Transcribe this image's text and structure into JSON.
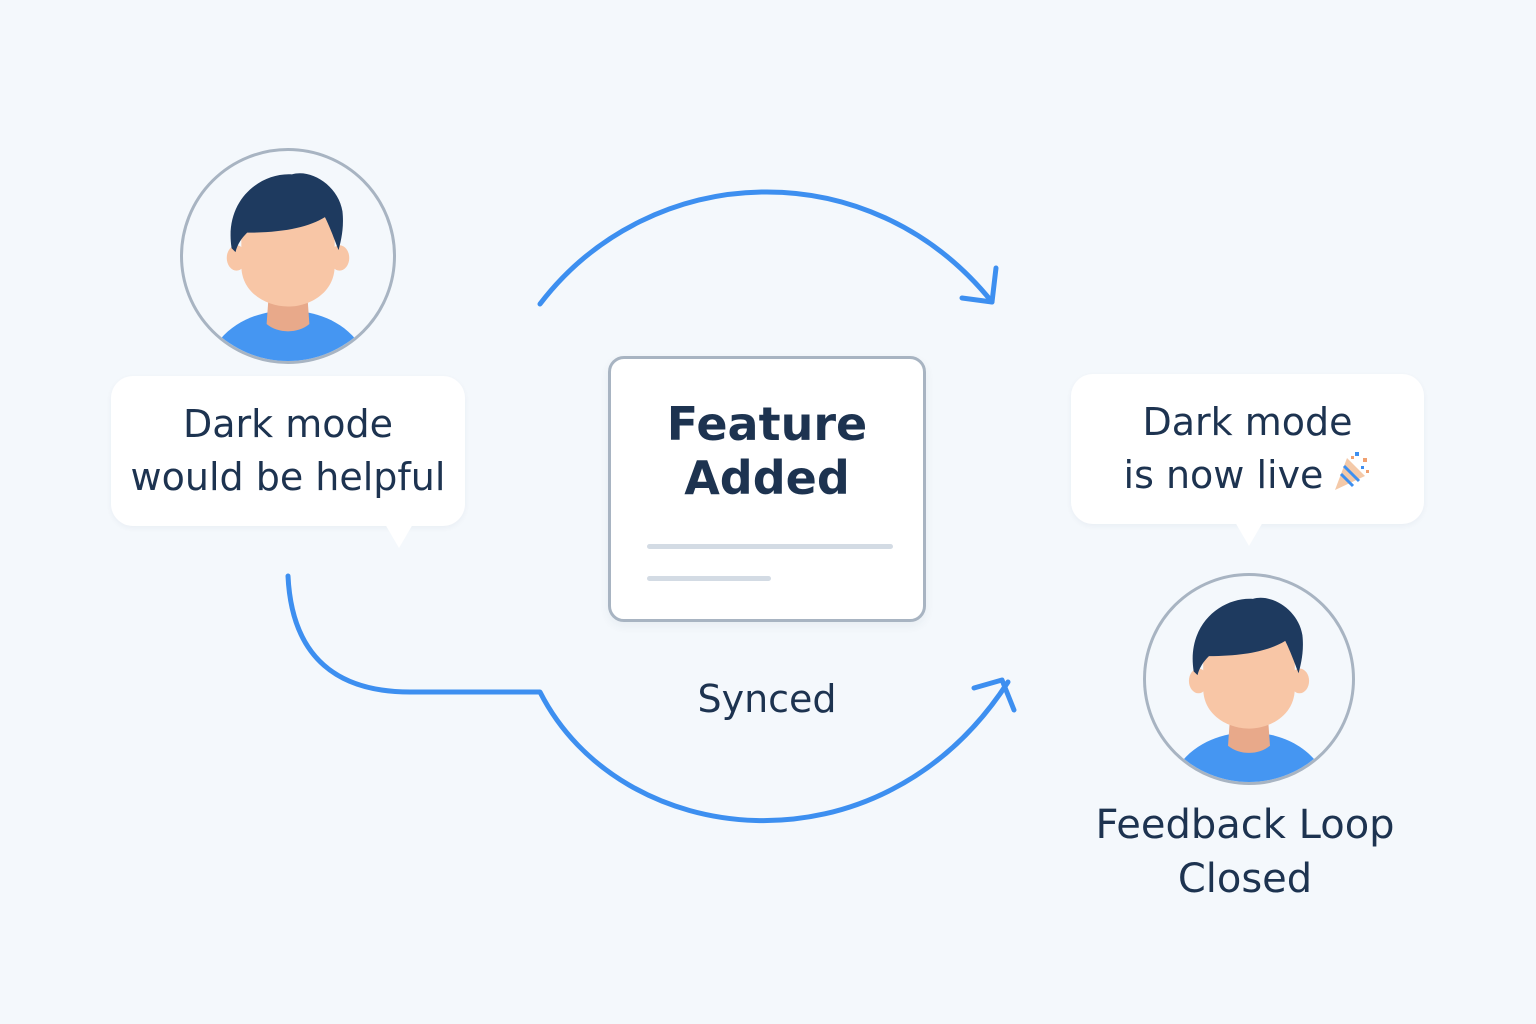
{
  "diagram": {
    "user_request": {
      "lines": [
        "Dark mode",
        "would be helpful"
      ]
    },
    "feature_card": {
      "lines": [
        "Feature",
        "Added"
      ]
    },
    "sync_label": "Synced",
    "announcement": {
      "lines": [
        "Dark mode",
        "is now live"
      ],
      "icon": "party-popper-icon"
    },
    "outcome": {
      "lines": [
        "Feedback Loop",
        "Closed"
      ]
    }
  },
  "colors": {
    "background": "#f4f8fc",
    "arrow": "#3d8ff0",
    "text": "#1d3350",
    "avatar_border": "#a8b4c2",
    "hair": "#1e3a5f",
    "skin": "#f8c6a6",
    "shirt": "#4596f2"
  }
}
